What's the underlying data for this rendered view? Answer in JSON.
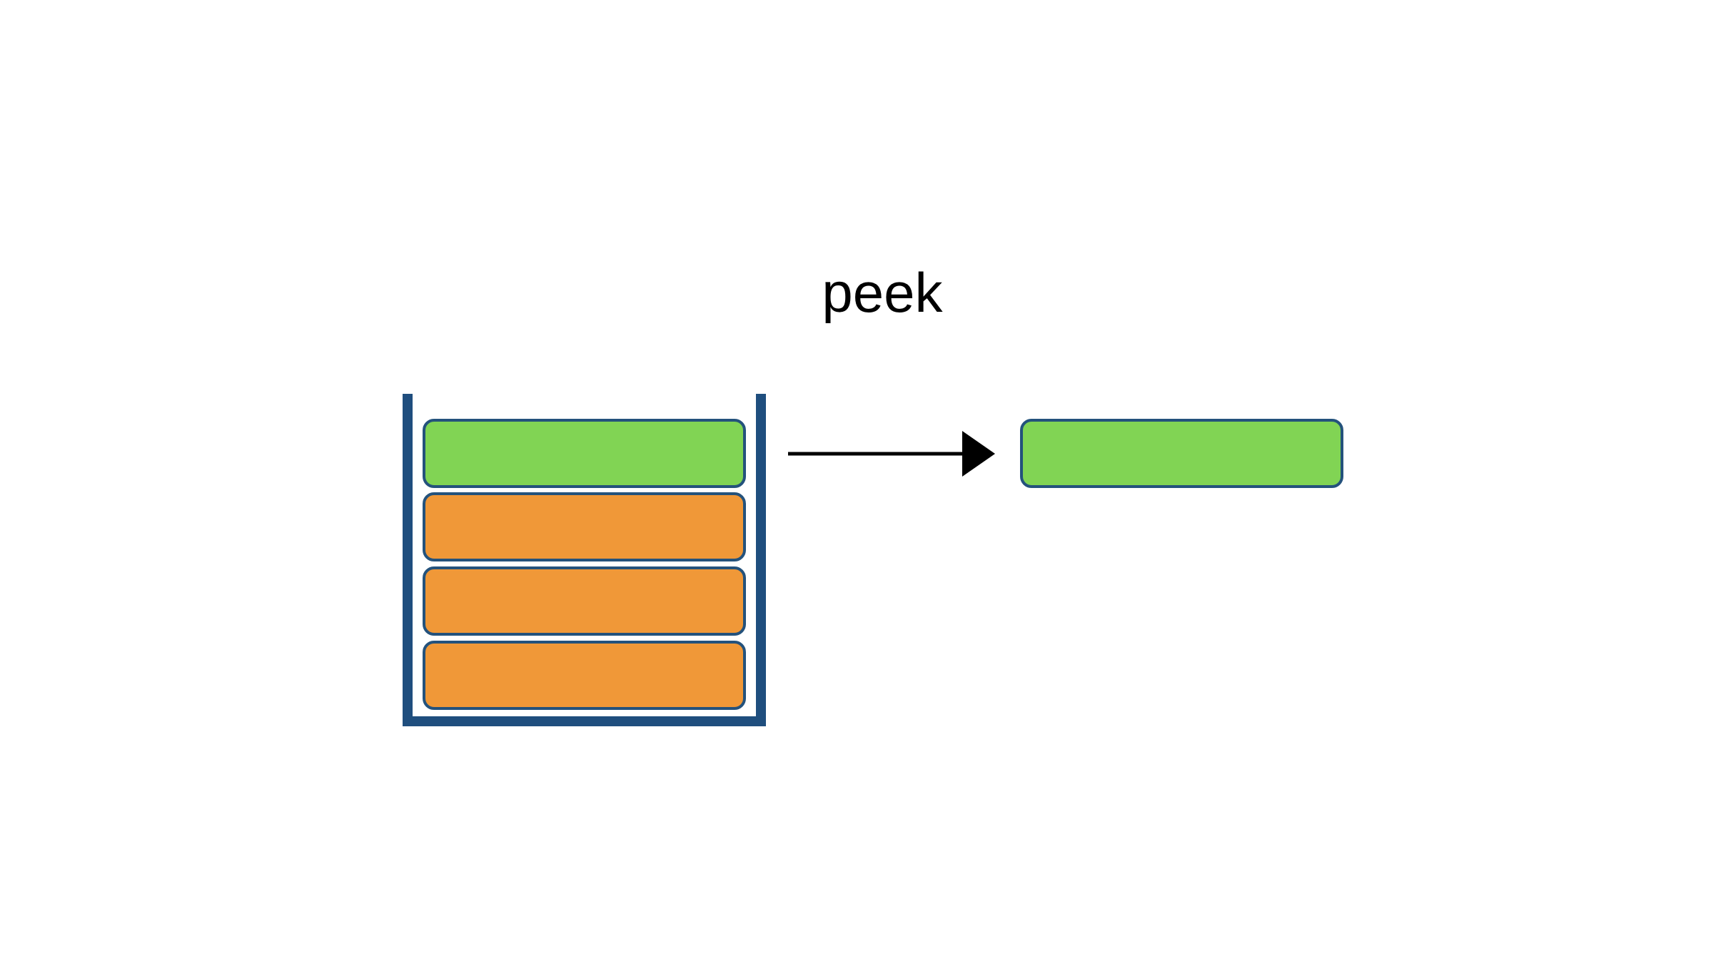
{
  "operation": {
    "label": "peek"
  },
  "stack": {
    "items": [
      {
        "role": "top",
        "color": "#81d454"
      },
      {
        "role": "item",
        "color": "#f09838"
      },
      {
        "role": "item",
        "color": "#f09838"
      },
      {
        "role": "item",
        "color": "#f09838"
      }
    ],
    "container_color": "#1f4e7e"
  },
  "result": {
    "color": "#81d454"
  },
  "colors": {
    "top_fill": "#81d454",
    "item_fill": "#f09838",
    "block_stroke": "#24527c",
    "container": "#1f4e7e",
    "arrow": "#000000"
  }
}
